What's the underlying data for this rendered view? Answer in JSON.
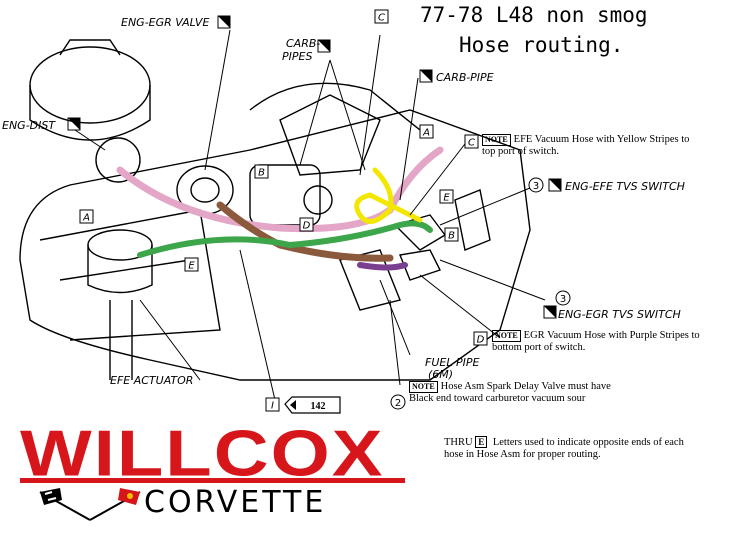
{
  "title": {
    "line1": "77-78 L48 non smog",
    "line2": "Hose routing."
  },
  "callouts": {
    "eng_egr_valve": "ENG-EGR VALVE",
    "carb_pipes_1": "CARB-",
    "carb_pipes_2": "PIPES",
    "carb_pipe": "CARB-PIPE",
    "eng_dist": "ENG-DIST",
    "eng_efe_tvs_switch": "ENG-EFE TVS SWITCH",
    "eng_egr_tvs_switch": "ENG-EGR TVS SWITCH",
    "fuel_pipe_1": "FUEL PIPE",
    "fuel_pipe_2": "(6M)",
    "efe_actuator": "EFE ACTUATOR",
    "ref_number": "142"
  },
  "letters": {
    "a": "A",
    "b": "B",
    "c": "C",
    "d": "D",
    "e": "E",
    "i": "I",
    "num3": "3",
    "num2": "2"
  },
  "notes": {
    "note_label": "NOTE",
    "efe_hose": "EFE Vacuum Hose with Yellow Stripes to top port of switch.",
    "egr_hose": "EGR Vacuum Hose with Purple Stripes to bottom port of switch.",
    "spark_delay": "Hose Asm Spark Delay Valve must have Black end toward carburetor vacuum sour",
    "thru_label": "THRU",
    "thru_letter": "E",
    "thru_text": "Letters used to indicate opposite ends of each hose in Hose Asm for proper routing."
  },
  "logo": {
    "brand": "WILLCOX",
    "sub": "CORVETTE"
  },
  "hose_colors": {
    "pink": "#e3a6c7",
    "brown": "#8b5a3c",
    "green": "#3da54a",
    "yellow": "#f3e600",
    "purple": "#7a3f8f",
    "logo_red": "#d7161b"
  }
}
